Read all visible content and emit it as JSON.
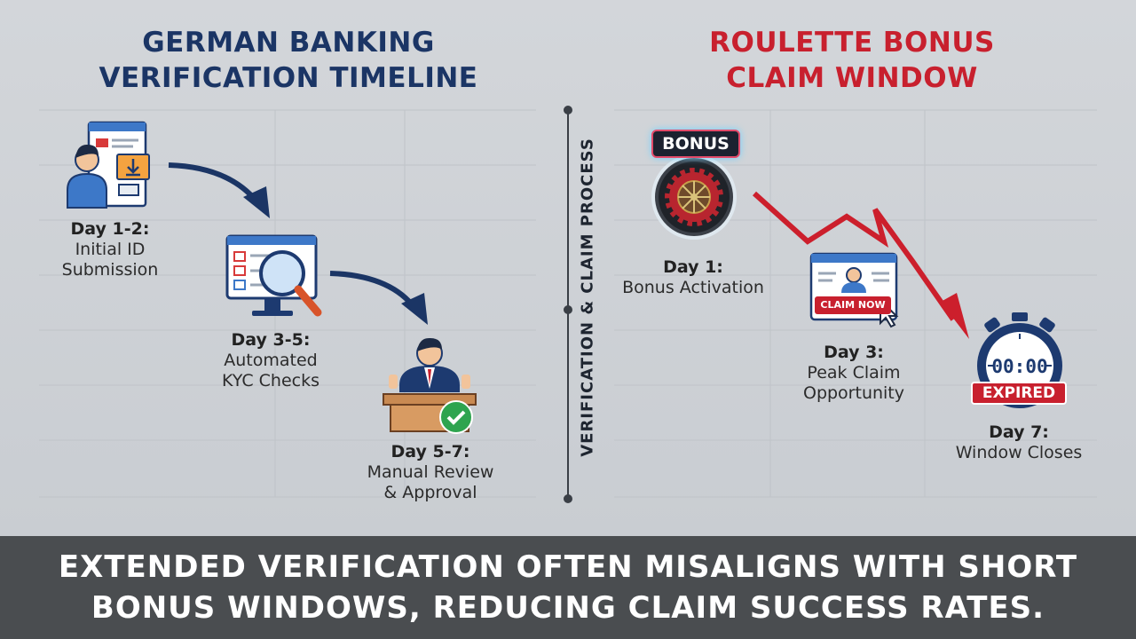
{
  "left_title": [
    "GERMAN BANKING",
    "VERIFICATION TIMELINE"
  ],
  "right_title": [
    "ROULETTE BONUS",
    "CLAIM WINDOW"
  ],
  "divider_label": "VERIFICATION & CLAIM PROCESS",
  "left_steps": [
    {
      "day": "Day 1-2:",
      "desc": "Initial ID\nSubmission"
    },
    {
      "day": "Day 3-5:",
      "desc": "Automated\nKYC Checks"
    },
    {
      "day": "Day 5-7:",
      "desc": "Manual Review\n& Approval"
    }
  ],
  "right_steps": [
    {
      "day": "Day 1:",
      "desc": "Bonus Activation"
    },
    {
      "day": "Day 3:",
      "desc": "Peak Claim\nOpportunity"
    },
    {
      "day": "Day 7:",
      "desc": "Window Closes"
    }
  ],
  "badges": {
    "bonus": "BONUS",
    "claim_now": "CLAIM NOW",
    "expired": "EXPIRED",
    "timer": "00:00"
  },
  "footer": [
    "EXTENDED VERIFICATION OFTEN MISALIGNS WITH SHORT",
    "BONUS WINDOWS, REDUCING CLAIM SUCCESS RATES."
  ],
  "colors": {
    "navy": "#1b3565",
    "red": "#c8202e",
    "footer_bg": "#4a4d50"
  }
}
